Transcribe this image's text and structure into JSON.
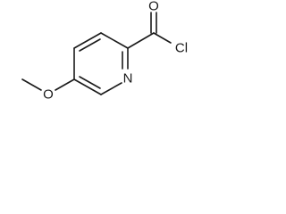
{
  "molecule": {
    "atoms": {
      "oxygen_carbonyl": "O",
      "chlorine": "Cl",
      "nitrogen": "N",
      "oxygen_ether": "O"
    }
  }
}
